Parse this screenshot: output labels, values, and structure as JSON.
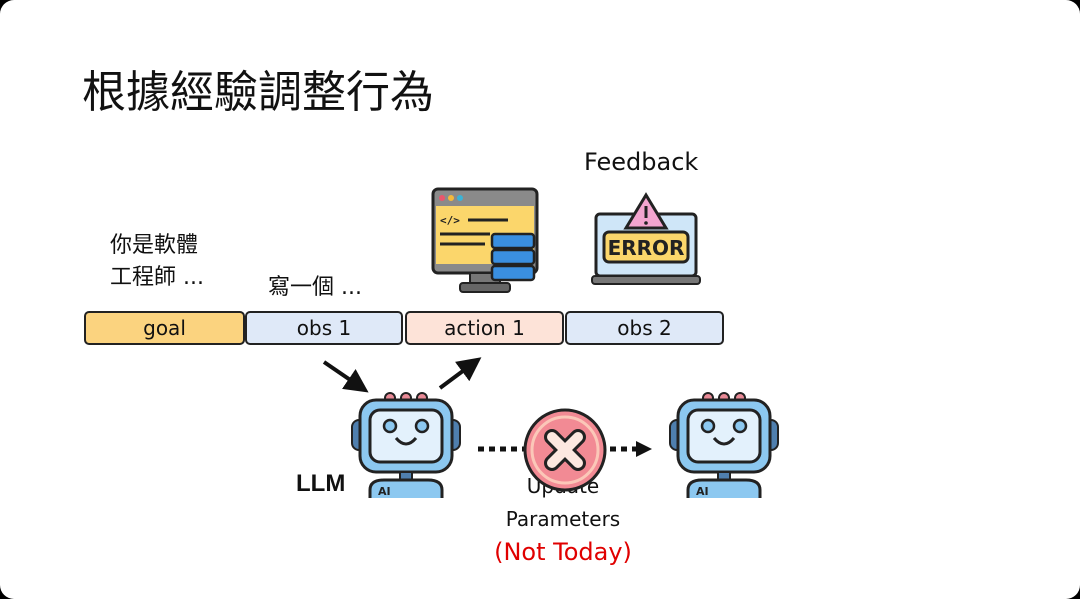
{
  "title": "根據經驗調整行為",
  "goal_note": [
    "你是軟體",
    "工程師 ..."
  ],
  "obs1_note": "寫一個 ...",
  "feedback_label": "Feedback",
  "sequence": [
    {
      "label": "goal",
      "color": "#fbd37f"
    },
    {
      "label": "obs 1",
      "color": "#dfe9f8"
    },
    {
      "label": "action 1",
      "color": "#fde3d8"
    },
    {
      "label": "obs 2",
      "color": "#dfe9f8"
    }
  ],
  "llm_label": "LLM",
  "update_label": [
    "Update",
    "Parameters"
  ],
  "not_today": "(Not Today)",
  "icons": {
    "code_monitor": "code-monitor-icon",
    "error_laptop": "error-laptop-icon",
    "robot": "robot-icon",
    "reject": "x-circle-icon",
    "robot_badge": "AI",
    "error_text": "ERROR"
  }
}
